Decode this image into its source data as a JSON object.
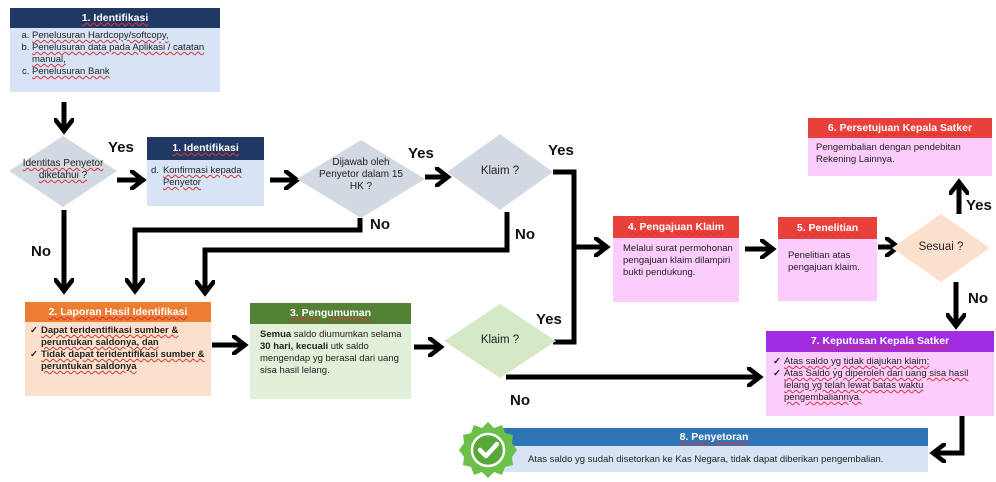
{
  "box_identifikasi_top": {
    "title": "1. Identifikasi",
    "items": [
      "Penelusuran Hardcopy/softcopy,",
      "Penelusuran data pada Aplikasi / catatan manual,",
      "Penelusuran Bank"
    ]
  },
  "box_identifikasi_mid": {
    "title": "1. Identifikasi",
    "item_prefix": "d.",
    "item": "Konfirmasi kepada Penyetor"
  },
  "diamond_identitas": "Identitas Penyetor diketahui ?",
  "diamond_dijawab": "Dijawab oleh Penyetor dalam 15 HK ?",
  "diamond_klaim1": "Klaim ?",
  "diamond_klaim2": "Klaim ?",
  "diamond_sesuai": "Sesuai ?",
  "box_laporan": {
    "title": "2. Laporan Hasil Identifikasi",
    "items": [
      "Dapat teridentifikasi sumber & peruntukan saldonya, dan",
      "Tidak dapat teridentifikasi sumber & peruntukan saldonya"
    ]
  },
  "box_pengumuman": {
    "title": "3. Pengumuman",
    "bold1": "Semua",
    "text1": " saldo diumumkan selama ",
    "bold2": "30 hari, kecuali",
    "text2": " utk saldo mengendap yg berasal dari uang sisa hasil lelang."
  },
  "box_pengajuan": {
    "title": "4. Pengajuan Klaim",
    "text": "Melalui surat permohonan pengajuan klaim dilampiri bukti pendukung."
  },
  "box_penelitian": {
    "title": "5. Penelitian",
    "text": "Penelitian atas pengajuan klaim."
  },
  "box_persetujuan": {
    "title": "6. Persetujuan Kepala Satker",
    "text": "Pengembalian dengan pendebitan Rekening Lainnya."
  },
  "box_keputusan": {
    "title": "7. Keputusan Kepala Satker",
    "items": [
      "Atas saldo yg tidak diajukan klaim;",
      "Atas Saldo yg diperoleh dari uang sisa hasil lelang yg telah lewat batas waktu pengembaliannya."
    ]
  },
  "box_penyetoran": {
    "title": "8. Penyetoran",
    "text": "Atas saldo yg sudah disetorkan ke Kas Negara, tidak dapat diberikan pengembalian."
  },
  "labels": {
    "yes1": "Yes",
    "yes2": "Yes",
    "yes3": "Yes",
    "yes4": "Yes",
    "yes5": "Yes",
    "no1": "No",
    "no2": "No",
    "no3": "No",
    "no4": "No",
    "no5": "No"
  },
  "colors": {
    "navy": "#1f3864",
    "orange": "#ed7d31",
    "green": "#548235",
    "red": "#e8403b",
    "purple": "#a12de3",
    "blue": "#2e75b6",
    "pink": "#fccdfc",
    "peach": "#fbe1cd",
    "lightgreen": "#e2efd9",
    "lightblue": "#d6e4f5",
    "grey": "#d3d9e2",
    "diamondgreen": "#d6e9c7",
    "check": "#6cc04a"
  },
  "icons": [
    "check-badge-icon"
  ]
}
